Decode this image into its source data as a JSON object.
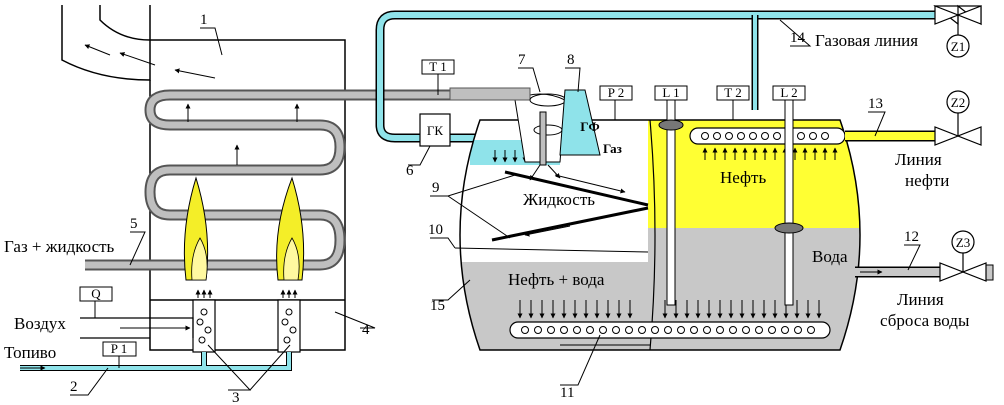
{
  "labels": {
    "gas_liquid": "Газ + жидкость",
    "air": "Воздух",
    "fuel": "Топиво",
    "gas_line": "Газовая линия",
    "oil_line_1": "Линия",
    "oil_line_2": "нефти",
    "water_line_1": "Линия",
    "water_line_2": "сброса воды",
    "oil": "Нефть",
    "water": "Вода",
    "liquid": "Жидкость",
    "oil_water": "Нефть + вода",
    "gas": "Газ",
    "gk": "ГК",
    "gf": "ГФ"
  },
  "instruments": {
    "q": "Q",
    "p1": "P 1",
    "t1": "T 1",
    "p2": "P 2",
    "l1": "L 1",
    "t2": "T 2",
    "l2": "L 2"
  },
  "valves": {
    "z1": "Z1",
    "z2": "Z2",
    "z3": "Z3"
  },
  "numbers": {
    "n1": "1",
    "n2": "2",
    "n3": "3",
    "n4": "4",
    "n5": "5",
    "n6": "6",
    "n7": "7",
    "n8": "8",
    "n9": "9",
    "n10": "10",
    "n11": "11",
    "n12": "12",
    "n13": "13",
    "n14": "14",
    "n15": "15"
  },
  "colors": {
    "pipe_cyan": "#8fe3ea",
    "oil_yellow": "#ffff33",
    "water_gray": "#c8c8c8",
    "flame_yellow": "#f4ee28"
  }
}
